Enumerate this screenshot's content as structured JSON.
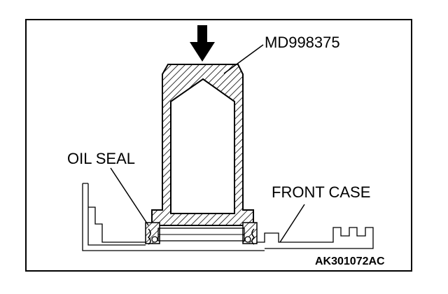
{
  "labels": {
    "tool": "MD998375",
    "oil_seal": "OIL SEAL",
    "front_case": "FRONT CASE",
    "figure_code": "AK301072AC"
  },
  "icons": {
    "press_direction": "down-arrow-icon"
  },
  "colors": {
    "line": "#000000",
    "background": "#ffffff"
  }
}
